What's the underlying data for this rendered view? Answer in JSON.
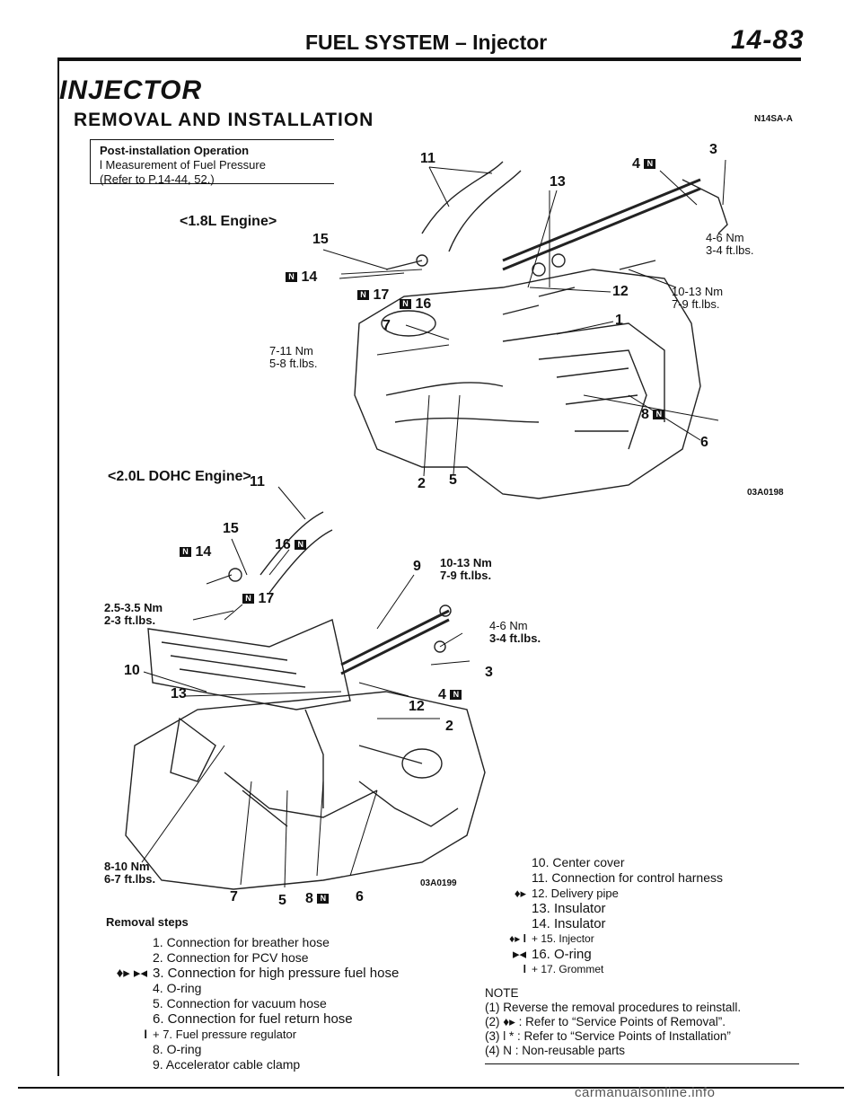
{
  "header": {
    "title": "FUEL SYSTEM – Injector",
    "page_number": "14-83"
  },
  "section": {
    "title": "INJECTOR",
    "subtitle": "REMOVAL AND INSTALLATION",
    "code": "N14SA-A"
  },
  "post_installation": {
    "title": "Post-installation Operation",
    "item": "l  Measurement of Fuel Pressure",
    "ref": "(Refer to P.14-44, 52.)"
  },
  "diagram1": {
    "engine_label": "<1.8L Engine>",
    "caption": "03A0198",
    "callouts": [
      "11",
      "13",
      "3",
      "4",
      "15",
      "14",
      "17",
      "16",
      "12",
      "7",
      "1",
      "8",
      "6",
      "2",
      "5"
    ],
    "torques": {
      "t1_nm": "4-6 Nm",
      "t1_ft": "3-4 ft.lbs.",
      "t2_nm": "10-13 Nm",
      "t2_ft": "7-9 ft.lbs.",
      "t3_nm": "7-11 Nm",
      "t3_ft": "5-8 ft.lbs."
    }
  },
  "diagram2": {
    "engine_label": "<2.0L DOHC Engine>",
    "caption": "03A0199",
    "callouts": [
      "11",
      "15",
      "14",
      "16",
      "9",
      "17",
      "10",
      "13",
      "3",
      "4",
      "12",
      "2",
      "7",
      "5",
      "8",
      "6"
    ],
    "torques": {
      "t1_nm": "10-13 Nm",
      "t1_ft": "7-9 ft.lbs.",
      "t2_nm": "2.5-3.5 Nm",
      "t2_ft": "2-3 ft.lbs.",
      "t3_nm": "4-6 Nm",
      "t3_ft": "3-4 ft.lbs.",
      "t4_nm": "8-10 Nm",
      "t4_ft": "6-7 ft.lbs."
    }
  },
  "removal_steps": {
    "title": "Removal steps",
    "left": [
      {
        "sym": "",
        "text": "1. Connection for breather hose"
      },
      {
        "sym": "",
        "text": "2. Connection for PCV hose"
      },
      {
        "sym": "♦▸ ▸◂",
        "text": "3. Connection for high pressure fuel hose"
      },
      {
        "sym": "",
        "text": "4. O-ring"
      },
      {
        "sym": "",
        "text": "5. Connection for vacuum hose"
      },
      {
        "sym": "",
        "text": "6. Connection for fuel return hose"
      },
      {
        "sym": "l",
        "text": "+ 7. Fuel pressure regulator"
      },
      {
        "sym": "",
        "text": "8. O-ring"
      },
      {
        "sym": "",
        "text": "9. Accelerator cable clamp"
      }
    ],
    "right": [
      {
        "sym": "",
        "text": "10. Center cover"
      },
      {
        "sym": "",
        "text": "11. Connection for control harness"
      },
      {
        "sym": "♦▸",
        "text": "12. Delivery pipe"
      },
      {
        "sym": "",
        "text": "13. Insulator"
      },
      {
        "sym": "",
        "text": "14. Insulator"
      },
      {
        "sym": "♦▸ l",
        "text": "+ 15. Injector"
      },
      {
        "sym": "▸◂",
        "text": "16. O-ring"
      },
      {
        "sym": "l",
        "text": "+ 17. Grommet"
      }
    ]
  },
  "notes": {
    "title": "NOTE",
    "items": [
      "(1) Reverse the removal procedures to reinstall.",
      "(2) ♦▸ : Refer to “Service Points of Removal”.",
      "(3) l * : Refer to “Service Points of Installation”",
      "(4) N : Non-reusable parts"
    ]
  },
  "footer": "carmanualsonline.info"
}
